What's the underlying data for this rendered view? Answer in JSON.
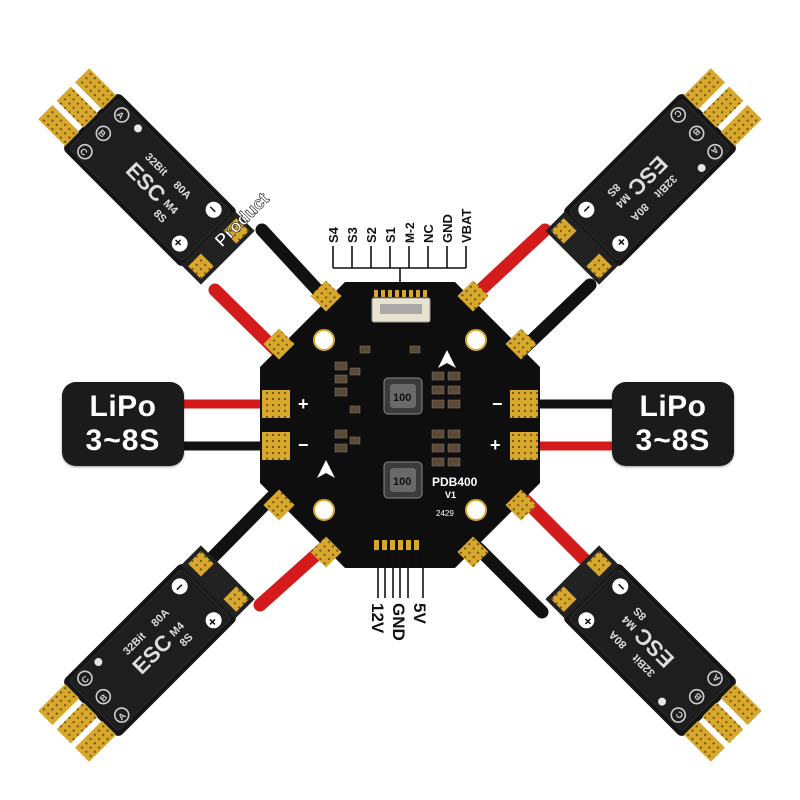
{
  "battery": {
    "left": {
      "line1": "LiPo",
      "line2": "3~8S"
    },
    "right": {
      "line1": "LiPo",
      "line2": "3~8S"
    }
  },
  "board": {
    "model": "PDB400",
    "version": "V1",
    "date_code": "2429",
    "inductor_marking": "100",
    "plus": "+",
    "minus": "−"
  },
  "top_connector": {
    "pins": [
      "S4",
      "S3",
      "S2",
      "S1",
      "M-2",
      "NC",
      "GND",
      "VBAT"
    ]
  },
  "bottom_connector": {
    "pins": [
      "12V",
      "GND",
      "5V"
    ]
  },
  "esc": {
    "spec_bits": "32Bit",
    "spec_current": "80A",
    "brand": "ESC",
    "model": "M4",
    "cells": "8S",
    "phases": [
      "A",
      "B",
      "C"
    ],
    "plus": "+",
    "minus": "−"
  },
  "watermark": "Product",
  "colors": {
    "board": "#0e0e0e",
    "gold": "#d7a82c",
    "wire_red": "#d41b1b",
    "wire_black": "#111111",
    "esc_body": "#151515"
  }
}
